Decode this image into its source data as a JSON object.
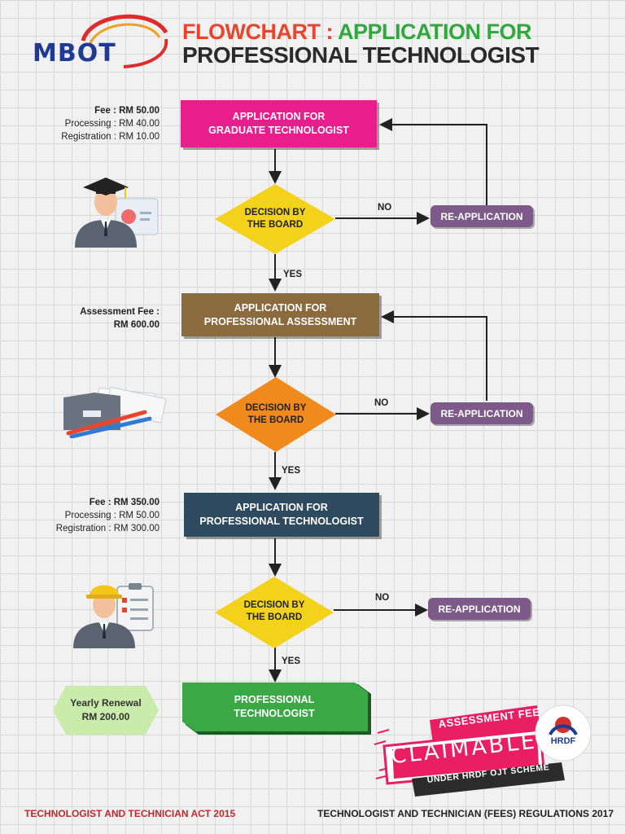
{
  "header": {
    "logo_text": "MBOT",
    "title_part1": "FLOWCHART : ",
    "title_part2": "APPLICATION FOR",
    "title_line2": "PROFESSIONAL TECHNOLOGIST"
  },
  "step1": {
    "fee_line1": "Fee : RM 50.00",
    "fee_line2": "Processing : RM 40.00",
    "fee_line3": "Registration : RM 10.00",
    "box_line1": "APPLICATION FOR",
    "box_line2": "GRADUATE TECHNOLOGIST",
    "decision_line1": "DECISION BY",
    "decision_line2": "THE BOARD",
    "no_label": "NO",
    "yes_label": "YES",
    "reapply": "RE-APPLICATION"
  },
  "step2": {
    "fee_line1": "Assessment Fee :",
    "fee_line2": "RM 600.00",
    "box_line1": "APPLICATION FOR",
    "box_line2": "PROFESSIONAL ASSESSMENT",
    "decision_line1": "DECISION BY",
    "decision_line2": "THE BOARD",
    "no_label": "NO",
    "yes_label": "YES",
    "reapply": "RE-APPLICATION"
  },
  "step3": {
    "fee_line1": "Fee : RM 350.00",
    "fee_line2": "Processing : RM 50.00",
    "fee_line3": "Registration : RM 300.00",
    "box_line1": "APPLICATION FOR",
    "box_line2": "PROFESSIONAL TECHNOLOGIST",
    "decision_line1": "DECISION BY",
    "decision_line2": "THE BOARD",
    "no_label": "NO",
    "yes_label": "YES",
    "reapply": "RE-APPLICATION"
  },
  "final": {
    "renewal_line1": "Yearly Renewal",
    "renewal_line2": "RM 200.00",
    "box_line1": "PROFESSIONAL",
    "box_line2": "TECHNOLOGIST"
  },
  "badge": {
    "line1": "ASSESSMENT FEE",
    "line2": "CLAIMABLE",
    "line3": "UNDER HRDF OJT SCHEME",
    "hrdf": "HRDF"
  },
  "footer": {
    "left": "TECHNOLOGIST AND TECHNICIAN ACT 2015",
    "right": "TECHNOLOGIST AND TECHNICIAN (FEES) REGULATIONS 2017"
  },
  "colors": {
    "step1_box": "#e91e8c",
    "step2_box": "#8b6a3e",
    "step3_box": "#2e4a5f",
    "final_box": "#39a845",
    "decision_yellow": "#f3d21c",
    "decision_orange": "#f08a1c",
    "reapply": "#7d5a8a",
    "renewal_hex": "#c9ecaa",
    "footer_red": "#c0282d"
  }
}
